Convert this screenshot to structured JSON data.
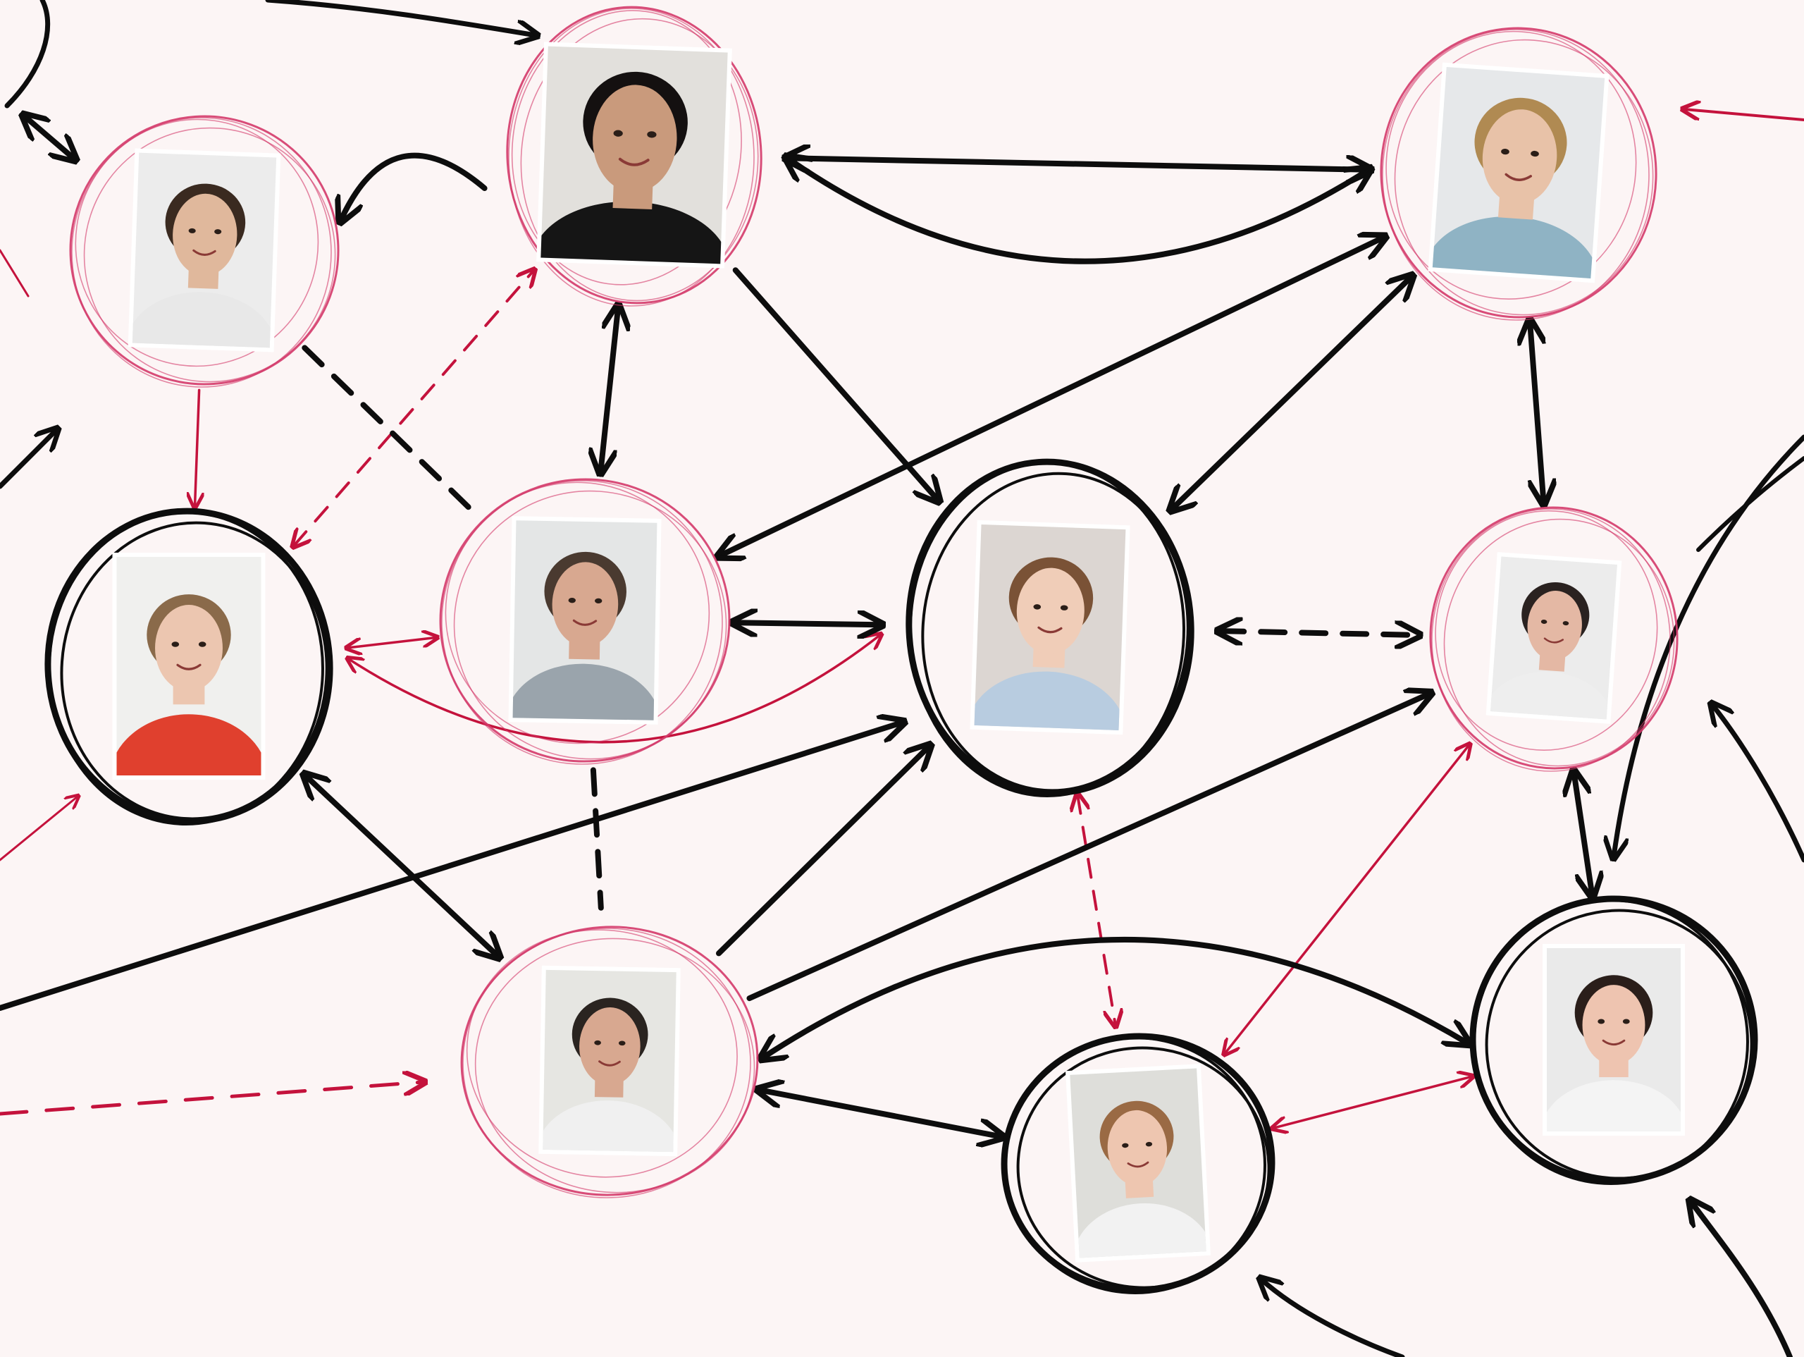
{
  "diagram": {
    "background_color": "#fcf5f5",
    "colors": {
      "black_connection": "#0d0d0d",
      "red_connection": "#c4123c",
      "pink_ring": "#d43a6a"
    },
    "nodes": [
      {
        "id": "man-curly-hair",
        "description_icon": "person-portrait-icon",
        "ring": "pink",
        "skin": "#c99a7c",
        "hair": "#141010",
        "shirt": "#151515",
        "photo_bg": "#e2e0dc"
      },
      {
        "id": "man-short-hair-left",
        "description_icon": "person-portrait-icon",
        "ring": "pink",
        "skin": "#e0b89c",
        "hair": "#3a2a20",
        "shirt": "#e8e8e8",
        "photo_bg": "#ececec"
      },
      {
        "id": "woman-blonde",
        "description_icon": "person-portrait-icon",
        "ring": "pink",
        "skin": "#e8c2a8",
        "hair": "#b08a52",
        "shirt": "#8fb3c4",
        "photo_bg": "#e6e8ea"
      },
      {
        "id": "woman-left",
        "description_icon": "person-portrait-icon",
        "ring": "black",
        "skin": "#ecc6b0",
        "hair": "#8a6a4a",
        "shirt": "#e0402e",
        "photo_bg": "#f0f0ee"
      },
      {
        "id": "man-bald-center",
        "description_icon": "person-portrait-icon",
        "ring": "pink",
        "skin": "#d8a890",
        "hair": "#4a3a30",
        "shirt": "#9aa4ac",
        "photo_bg": "#e4e6e6"
      },
      {
        "id": "woman-center",
        "description_icon": "person-portrait-icon",
        "ring": "black",
        "skin": "#f0cdb8",
        "hair": "#7a5236",
        "shirt": "#b8cce0",
        "photo_bg": "#dcd6d2"
      },
      {
        "id": "woman-glasses",
        "description_icon": "person-portrait-icon",
        "ring": "pink",
        "skin": "#e4b8a4",
        "hair": "#2a2220",
        "shirt": "#eeeeee",
        "photo_bg": "#ececec"
      },
      {
        "id": "man-bottom",
        "description_icon": "person-portrait-icon",
        "ring": "pink",
        "skin": "#d8a890",
        "hair": "#2a2420",
        "shirt": "#f0f0f0",
        "photo_bg": "#e6e6e2"
      },
      {
        "id": "woman-bottom-center",
        "description_icon": "person-portrait-icon",
        "ring": "black",
        "skin": "#eec6b0",
        "hair": "#9a6a44",
        "shirt": "#f2f2f2",
        "photo_bg": "#dededa"
      },
      {
        "id": "woman-bottom-right",
        "description_icon": "person-portrait-icon",
        "ring": "black",
        "skin": "#eec4b0",
        "hair": "#2a1e1a",
        "shirt": "#f4f4f4",
        "photo_bg": "#eaeaea"
      }
    ],
    "connections": [
      {
        "from": "man-curly-hair",
        "to": "man-short-hair-left",
        "color": "black",
        "style": "solid",
        "arrows": "end",
        "curved": true
      },
      {
        "from": "man-curly-hair",
        "to": "woman-blonde",
        "color": "black",
        "style": "solid",
        "arrows": "both",
        "curved": false
      },
      {
        "from": "man-curly-hair",
        "to": "woman-blonde",
        "color": "black",
        "style": "solid",
        "arrows": "both",
        "curved": true
      },
      {
        "from": "man-curly-hair",
        "to": "man-bald-center",
        "color": "black",
        "style": "solid",
        "arrows": "both",
        "curved": false
      },
      {
        "from": "man-curly-hair",
        "to": "woman-center",
        "color": "black",
        "style": "solid",
        "arrows": "end",
        "curved": false
      },
      {
        "from": "woman-left",
        "to": "man-curly-hair",
        "color": "red",
        "style": "dashed",
        "arrows": "both",
        "curved": false
      },
      {
        "from": "man-short-hair-left",
        "to": "man-bald-center",
        "color": "black",
        "style": "dashed",
        "arrows": "none",
        "curved": false
      },
      {
        "from": "man-short-hair-left",
        "to": "woman-left",
        "color": "red",
        "style": "solid",
        "arrows": "end",
        "curved": false
      },
      {
        "from": "woman-left",
        "to": "man-bald-center",
        "color": "red",
        "style": "solid",
        "arrows": "both",
        "curved": false
      },
      {
        "from": "woman-left",
        "to": "woman-center",
        "color": "red",
        "style": "solid",
        "arrows": "both",
        "curved": true
      },
      {
        "from": "woman-left",
        "to": "man-bottom",
        "color": "black",
        "style": "solid",
        "arrows": "both",
        "curved": false
      },
      {
        "from": "man-bald-center",
        "to": "woman-center",
        "color": "black",
        "style": "solid",
        "arrows": "both",
        "curved": false
      },
      {
        "from": "man-bald-center",
        "to": "man-bottom",
        "color": "black",
        "style": "dashed",
        "arrows": "none",
        "curved": false
      },
      {
        "from": "man-bald-center",
        "to": "woman-blonde",
        "color": "black",
        "style": "solid",
        "arrows": "both",
        "curved": false
      },
      {
        "from": "woman-center",
        "to": "woman-glasses",
        "color": "black",
        "style": "dashed",
        "arrows": "both",
        "curved": false
      },
      {
        "from": "woman-center",
        "to": "woman-blonde",
        "color": "black",
        "style": "solid",
        "arrows": "both",
        "curved": false
      },
      {
        "from": "woman-center",
        "to": "woman-bottom-center",
        "color": "red",
        "style": "dashed",
        "arrows": "both",
        "curved": false
      },
      {
        "from": "man-bottom",
        "to": "woman-center",
        "color": "black",
        "style": "solid",
        "arrows": "end",
        "curved": false
      },
      {
        "from": "man-bottom",
        "to": "woman-glasses",
        "color": "black",
        "style": "solid",
        "arrows": "end",
        "curved": false
      },
      {
        "from": "man-bottom",
        "to": "woman-bottom-center",
        "color": "black",
        "style": "solid",
        "arrows": "both",
        "curved": false
      },
      {
        "from": "woman-blonde",
        "to": "woman-glasses",
        "color": "black",
        "style": "solid",
        "arrows": "both",
        "curved": false
      },
      {
        "from": "woman-glasses",
        "to": "woman-bottom-right",
        "color": "black",
        "style": "solid",
        "arrows": "both",
        "curved": false
      },
      {
        "from": "woman-glasses",
        "to": "woman-bottom-center",
        "color": "red",
        "style": "solid",
        "arrows": "both",
        "curved": false
      },
      {
        "from": "woman-bottom-right",
        "to": "woman-bottom-center",
        "color": "red",
        "style": "solid",
        "arrows": "both",
        "curved": false
      },
      {
        "from": "woman-bottom-right",
        "to": "man-bottom",
        "color": "black",
        "style": "solid",
        "arrows": "both",
        "curved": true
      }
    ]
  }
}
